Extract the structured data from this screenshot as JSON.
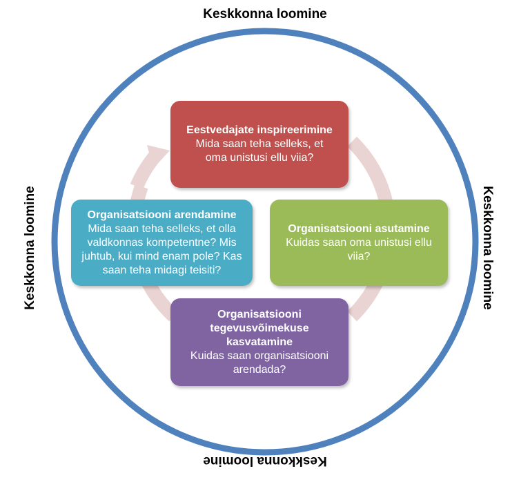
{
  "colors": {
    "ring": "#4f81bd",
    "cycle_arrow": "#ead3d3",
    "card_red": "#c0504d",
    "card_teal": "#4bacc6",
    "card_green": "#9bbb59",
    "card_purple": "#8064a2"
  },
  "ring_labels": {
    "top": "Keskkonna loomine",
    "left": "Keskkonna loomine",
    "right": "Keskkonna loomine",
    "bottom": "Keskkonna loomine"
  },
  "cards": {
    "red": {
      "title": "Eestvedajate inspireerimine",
      "body": "Mida saan teha selleks, et oma unistusi ellu viia?"
    },
    "teal": {
      "title": "Organisatsiooni arendamine",
      "body": "Mida saan teha selleks, et olla valdkonnas kompetentne? Mis juhtub, kui mind enam pole? Kas saan teha midagi teisiti?"
    },
    "green": {
      "title": "Organisatsiooni asutamine",
      "body": "Kuidas saan oma unistusi ellu viia?"
    },
    "purple": {
      "title": "Organisatsiooni tegevusvõimekuse kasvatamine",
      "body": "Kuidas saan organisatsiooni arendada?"
    }
  }
}
